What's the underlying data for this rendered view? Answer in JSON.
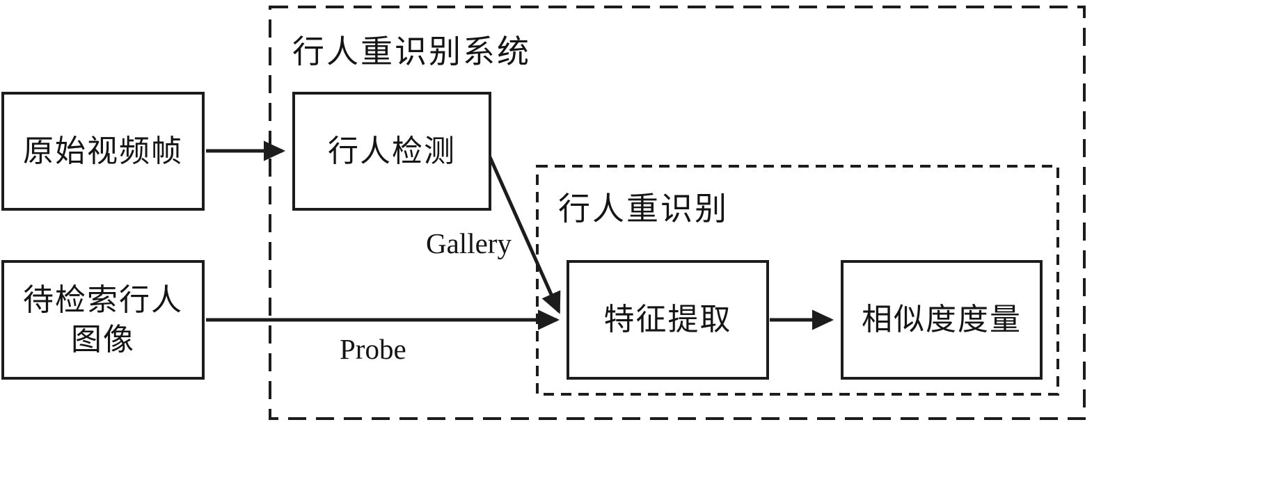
{
  "boxes": {
    "original_video_frame": {
      "label": "原始视频帧"
    },
    "query_pedestrian_image": {
      "line1": "待检索行人",
      "line2": "图像"
    },
    "pedestrian_detection": {
      "label": "行人检测"
    },
    "feature_extraction": {
      "label": "特征提取"
    },
    "similarity_metric": {
      "label": "相似度度量"
    }
  },
  "groups": {
    "reid_system": {
      "label": "行人重识别系统"
    },
    "reid": {
      "label": "行人重识别"
    }
  },
  "edge_labels": {
    "gallery": "Gallery",
    "probe": "Probe"
  },
  "colors": {
    "stroke": "#1c1c1c",
    "background": "#ffffff"
  }
}
